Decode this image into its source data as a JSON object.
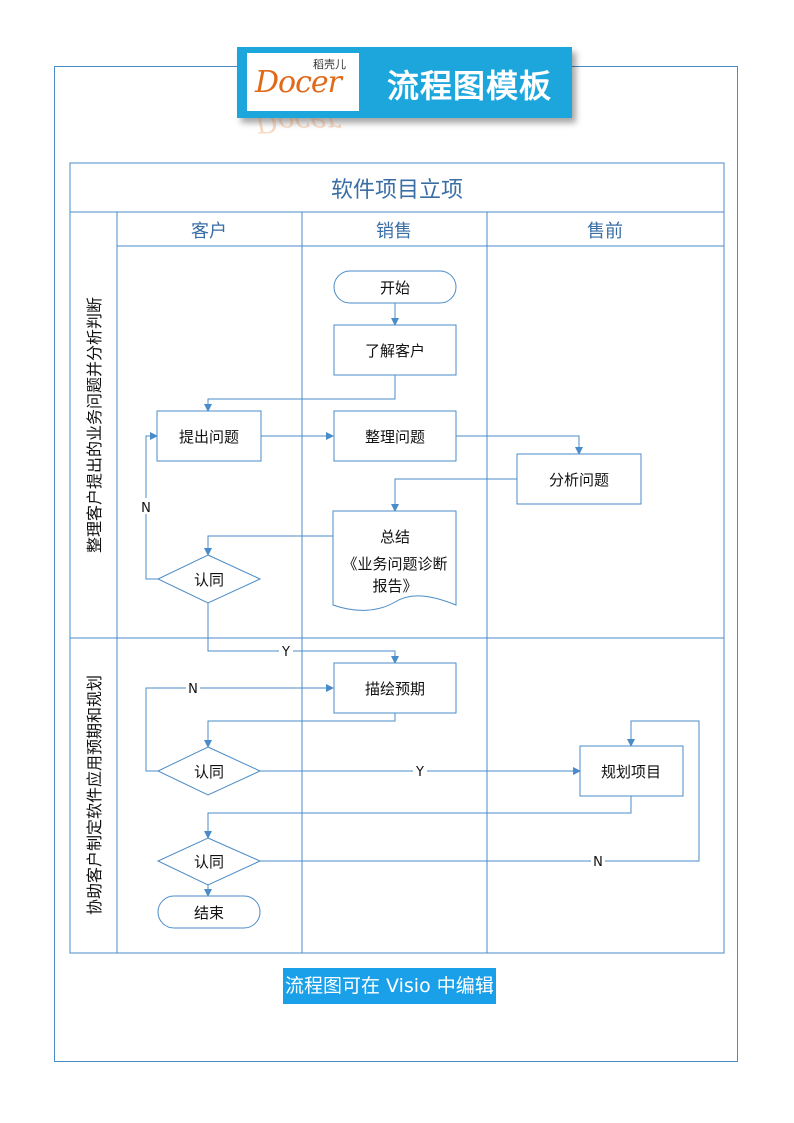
{
  "header": {
    "logo_text": "Docer",
    "logo_cn": "稻壳儿",
    "title": "流程图模板"
  },
  "diagram": {
    "title": "软件项目立项",
    "lanes": [
      "客户",
      "销售",
      "售前"
    ],
    "phases": [
      "整理客户提出的业务问题并分析判断",
      "协助客户制定软件应用预期和规划"
    ],
    "nodes": {
      "start": "开始",
      "understand": "了解客户",
      "raise": "提出问题",
      "organize": "整理问题",
      "analyze": "分析问题",
      "summary_title": "总结",
      "summary_body_1": "《业务问题诊断",
      "summary_body_2": "报告》",
      "agree1": "认同",
      "depict": "描绘预期",
      "agree2": "认同",
      "plan": "规划项目",
      "agree3": "认同",
      "end": "结束"
    },
    "edge_labels": {
      "n1": "N",
      "y1": "Y",
      "n2": "N",
      "y2": "Y",
      "n3": "N"
    }
  },
  "footer": {
    "caption": "流程图可在 Visio 中编辑"
  },
  "colors": {
    "accent": "#1da6dc",
    "line": "#4a8cc8",
    "header_text": "#3a6ea5"
  }
}
